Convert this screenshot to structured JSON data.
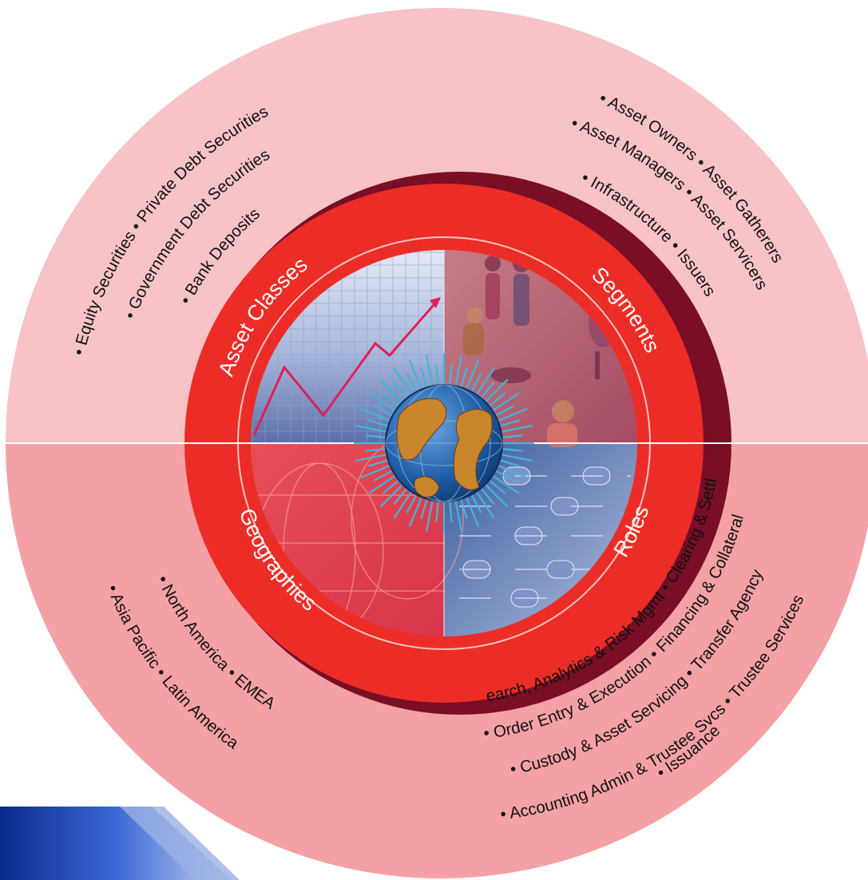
{
  "colors": {
    "upper_outer": "#f8c3c6",
    "lower_outer": "#f4a1a6",
    "ring_red": "#ec2d27",
    "ring_shadow": "#7a0e26",
    "globe_ocean": "#1f5fa8",
    "globe_land": "#c9852c",
    "rays": "#3fb6dd"
  },
  "sections": {
    "asset_classes": {
      "title": "Asset Classes",
      "items": [
        "• Equity Securities  •  Private Debt Securities",
        "• Government Debt Securities",
        "• Bank Deposits"
      ]
    },
    "segments": {
      "title": "Segments",
      "items": [
        "• Asset Owners  •  Asset Gatherers",
        "• Asset Managers  • Asset Servicers",
        "• Infrastructure   • Issuers"
      ]
    },
    "geographies": {
      "title": "Geographies",
      "items": [
        "• North America  •  EMEA",
        "• Asia Pacific  •  Latin America"
      ]
    },
    "roles": {
      "title": "Roles",
      "items": [
        "• Research, Analytics & Risk Mgmt  •  Clearing & Settlement",
        "• Order Entry & Execution  •  Financing & Collateral",
        "• Custody & Asset Servicing  •  Transfer Agency",
        "• Accounting Admin & Trustee Svcs  •  Trustee Services",
        "• Issuance"
      ]
    }
  }
}
